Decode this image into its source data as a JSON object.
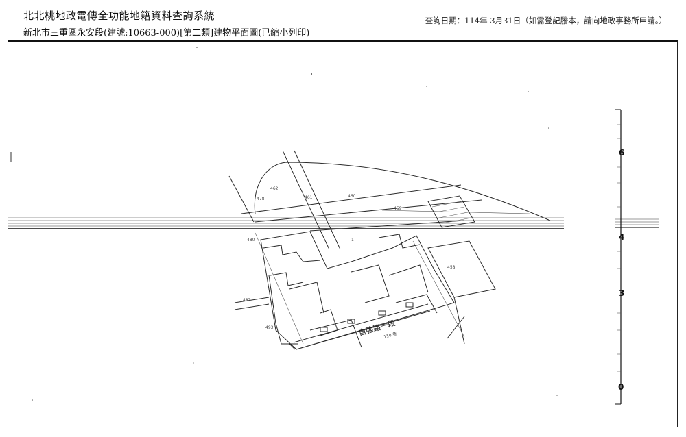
{
  "header": {
    "title": "北北桃地政電傳全功能地籍資料查詢系統",
    "subtitle": "新北市三重區永安段(建號:10663-000)[第二類]建物平面圖(已縮小列印)",
    "query_date": "查詢日期：114年 3月31日（如需登記謄本，請向地政事務所申請。）"
  },
  "drawing": {
    "road_label": "自強路一段",
    "road_width_label": "110 巷",
    "scale_labels": [
      "6",
      "4",
      "3",
      "0"
    ]
  }
}
